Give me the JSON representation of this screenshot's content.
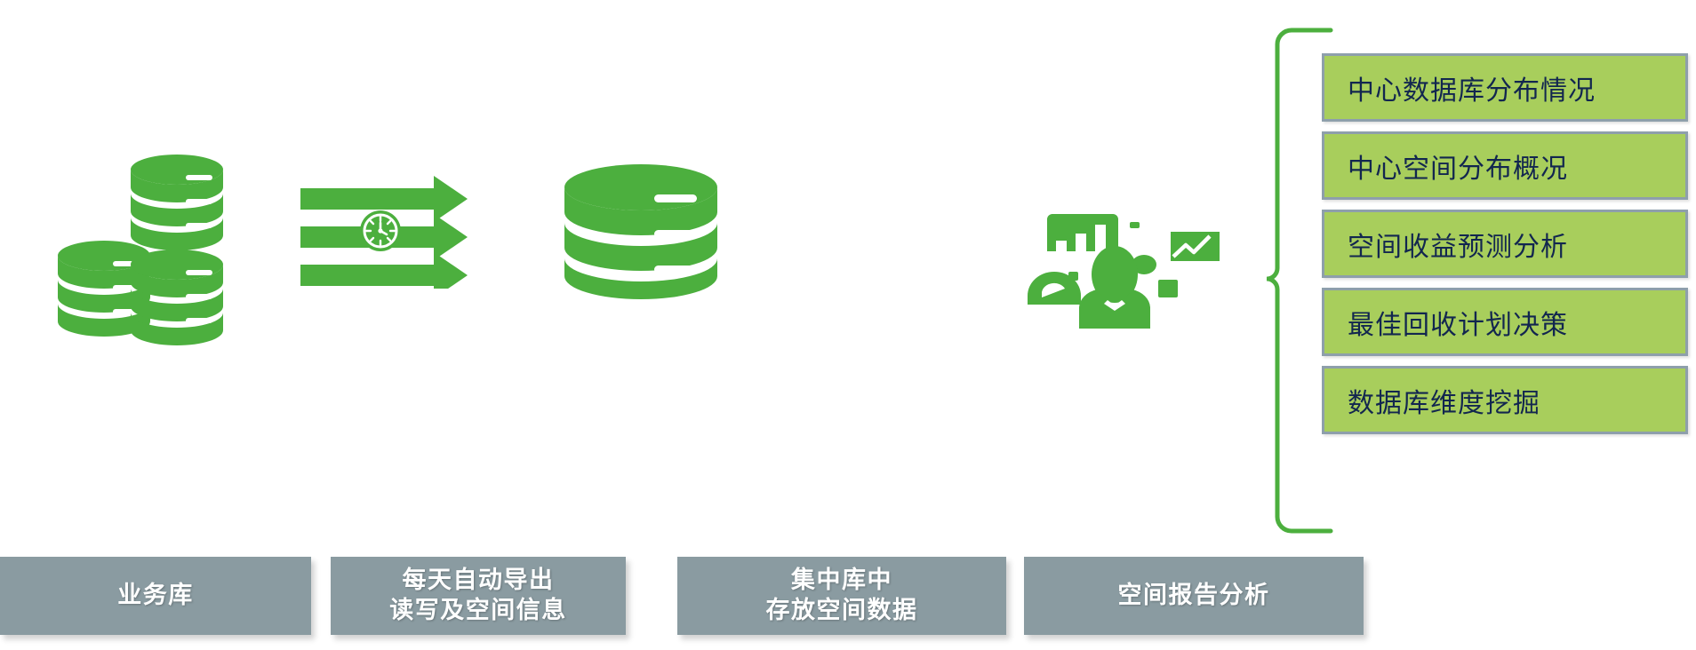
{
  "palette": {
    "brand_green": "#4CAF3E",
    "box_fill": "#A8CE5C",
    "box_border": "#8E9FAB",
    "box_text": "#12264F",
    "bar_fill": "#8A9BA1",
    "bar_text": "#FFFFFF",
    "background": "#FFFFFF"
  },
  "icons": {
    "source_databases": "database-stack-icon",
    "transfer_arrows": "arrows-with-clock-icon",
    "central_database": "database-cylinder-icon",
    "analyst": "business-analyst-icon",
    "bracket": "right-curly-bracket"
  },
  "analysis_boxes": [
    {
      "label": "中心数据库分布情况"
    },
    {
      "label": "中心空间分布概况"
    },
    {
      "label": "空间收益预测分析"
    },
    {
      "label": "最佳回收计划决策"
    },
    {
      "label": "数据库维度挖掘"
    }
  ],
  "stage_bars": [
    {
      "name": "business-database",
      "lines": [
        "业务库"
      ]
    },
    {
      "name": "daily-auto-export",
      "lines": [
        "每天自动导出",
        "读写及空间信息"
      ]
    },
    {
      "name": "central-storage",
      "lines": [
        "集中库中",
        "存放空间数据"
      ]
    },
    {
      "name": "space-report-analysis",
      "lines": [
        "空间报告分析"
      ]
    }
  ]
}
